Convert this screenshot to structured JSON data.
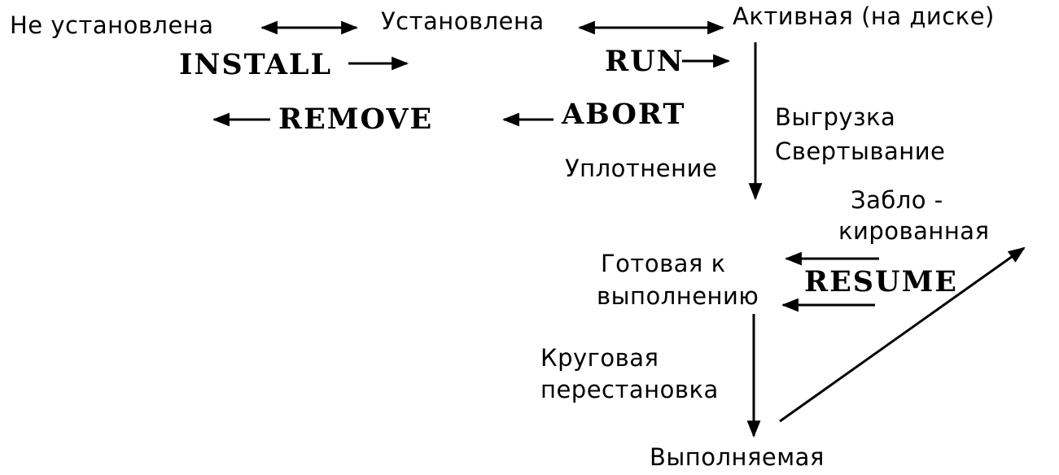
{
  "states": {
    "not_installed": "Не установлена",
    "installed": "Установлена",
    "active_on_disk": "Активная (на диске)",
    "ready_line1": "Готовая к",
    "ready_line2": "выполнению",
    "executing": "Выполняемая",
    "blocked_line1": "Забло -",
    "blocked_line2": "кированная"
  },
  "commands": {
    "install": "INSTALL",
    "run": "RUN",
    "remove": "REMOVE",
    "abort": "ABORT",
    "resume": "RESUME"
  },
  "transitions": {
    "unload": "Выгрузка",
    "swap": "Свертывание",
    "compaction": "Уплотнение",
    "round_robin_line1": "Круговая",
    "round_robin_line2": "перестановка"
  }
}
